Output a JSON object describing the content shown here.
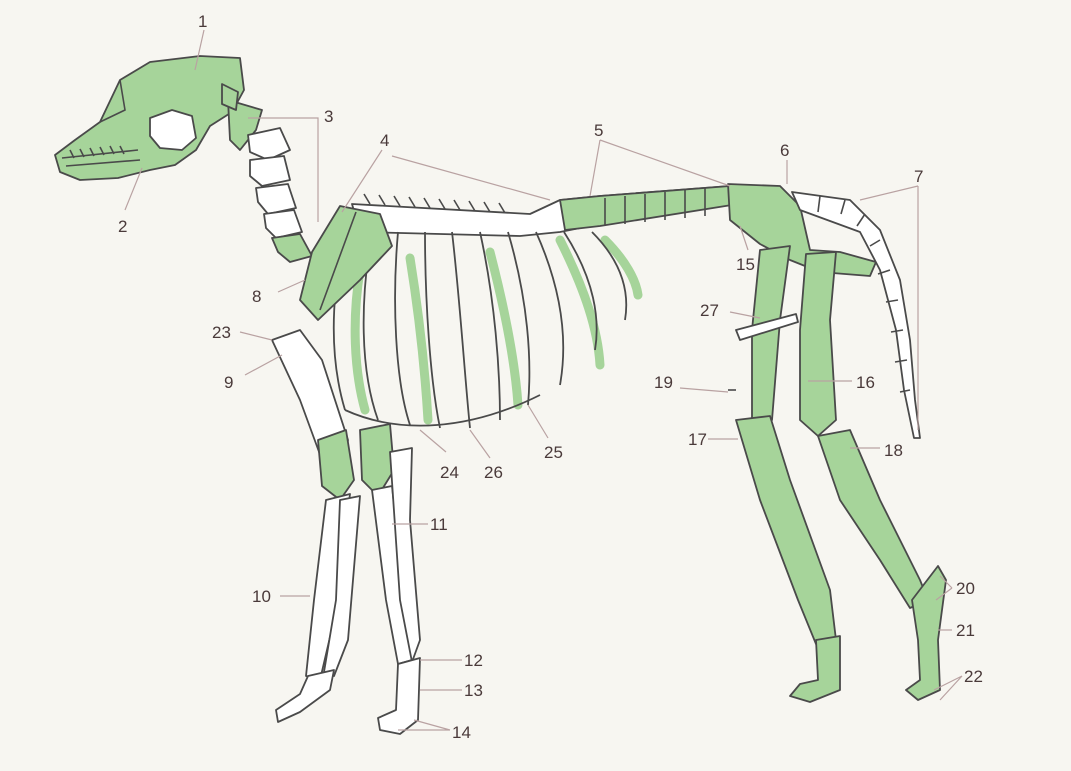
{
  "colors": {
    "highlight": "#a6d49a",
    "background": "#f7f6f1",
    "outline": "#4a4a4a",
    "label": "#4a3a3a"
  },
  "labels": {
    "l1": "1",
    "l2": "2",
    "l3": "3",
    "l4": "4",
    "l5": "5",
    "l6": "6",
    "l7": "7",
    "l8": "8",
    "l9": "9",
    "l10": "10",
    "l11": "11",
    "l12": "12",
    "l13": "13",
    "l14": "14",
    "l15": "15",
    "l16": "16",
    "l17": "17",
    "l18": "18",
    "l19": "19",
    "l20": "20",
    "l21": "21",
    "l22": "22",
    "l23": "23",
    "l24": "24",
    "l25": "25",
    "l26": "26",
    "l27": "27"
  }
}
